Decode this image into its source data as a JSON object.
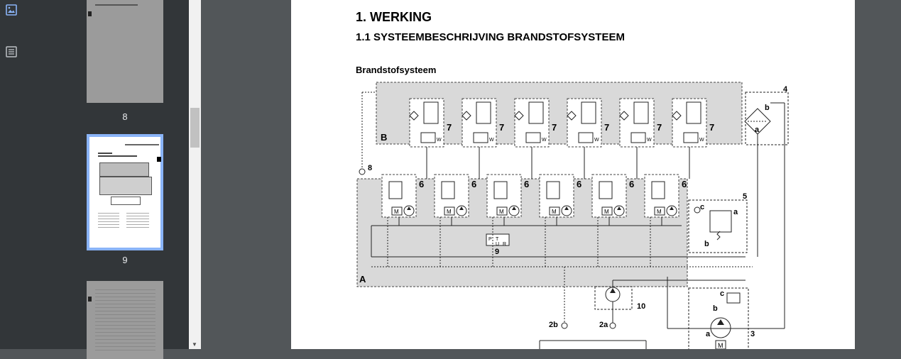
{
  "sidebar": {
    "icons": [
      "image-icon",
      "outline-icon"
    ],
    "thumbnails": [
      {
        "label": "8",
        "selected": false
      },
      {
        "label": "9",
        "selected": true
      },
      {
        "label": "",
        "selected": false
      }
    ]
  },
  "document": {
    "heading": "1.  WERKING",
    "subheading": "1.1   SYSTEEMBESCHRIJVING BRANDSTOFSYSTEEM",
    "section_title": "Brandstofsysteem",
    "chapter_tab": "1"
  },
  "diagram": {
    "labels": {
      "group_b": "B",
      "group_a": "A",
      "unit_7": "7",
      "unit_6": "6",
      "item_4": "4",
      "item_5": "5",
      "item_8": "8",
      "item_9": "9",
      "item_10": "10",
      "item_3": "3",
      "item_2a": "2a",
      "item_2b": "2b",
      "sub_a": "a",
      "sub_b": "b",
      "sub_c": "c",
      "sensor_p": "P",
      "sensor_t": "T",
      "sensor_u": "U",
      "sensor_r": "R",
      "motor_m": "M",
      "valve_w": "W"
    }
  }
}
